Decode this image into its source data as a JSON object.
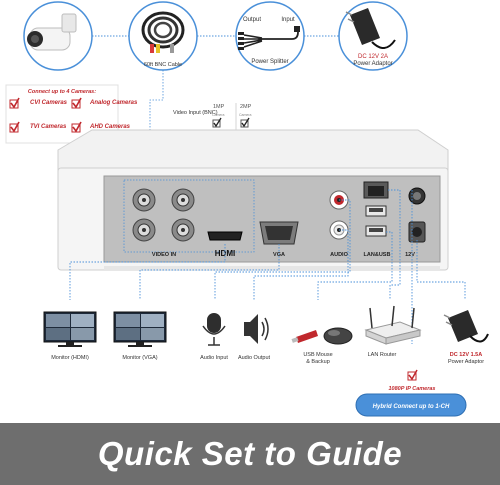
{
  "top": {
    "bnc_cable": "60ft BNC Cable",
    "splitter_output": "Output",
    "splitter_input": "Input",
    "power_splitter": "Power Splitter",
    "adaptor_spec": "DC 12V 2A",
    "adaptor_label": "Power Adaptor"
  },
  "cameras": {
    "title": "Connect up to 4 Cameras:",
    "items": [
      "CVI Cameras",
      "Analog Cameras",
      "TVI Cameras",
      "AHD Cameras"
    ]
  },
  "video_input": {
    "title": "Video Input (BNC)",
    "option_1mp": "1MP",
    "option_2mp": "2MP",
    "sub": "Camera"
  },
  "dvr": {
    "video_in": "VIDEO IN",
    "hdmi": "HDMI",
    "vga": "VGA",
    "audio": "AUDIO",
    "lan_usb": "LAN&USB",
    "power": "12V"
  },
  "devices": {
    "monitor_hdmi": "Monitor (HDMI)",
    "monitor_vga": "Monitor (VGA)",
    "audio_input": "Audio Input",
    "audio_output": "Audio Output",
    "usb_mouse": "USB Mouse",
    "backup": "& Backup",
    "lan_router": "LAN Router",
    "adaptor_spec": "DC 12V 1.5A",
    "adaptor_label": "Power Adaptor"
  },
  "ip": {
    "label": "1080P IP Cameras",
    "hybrid": "Hybrid Connect up to 1-CH"
  },
  "banner": "Quick Set to Guide",
  "colors": {
    "accent": "#4a90d9",
    "red": "#c0282d",
    "banner": "#6e6e6e"
  }
}
